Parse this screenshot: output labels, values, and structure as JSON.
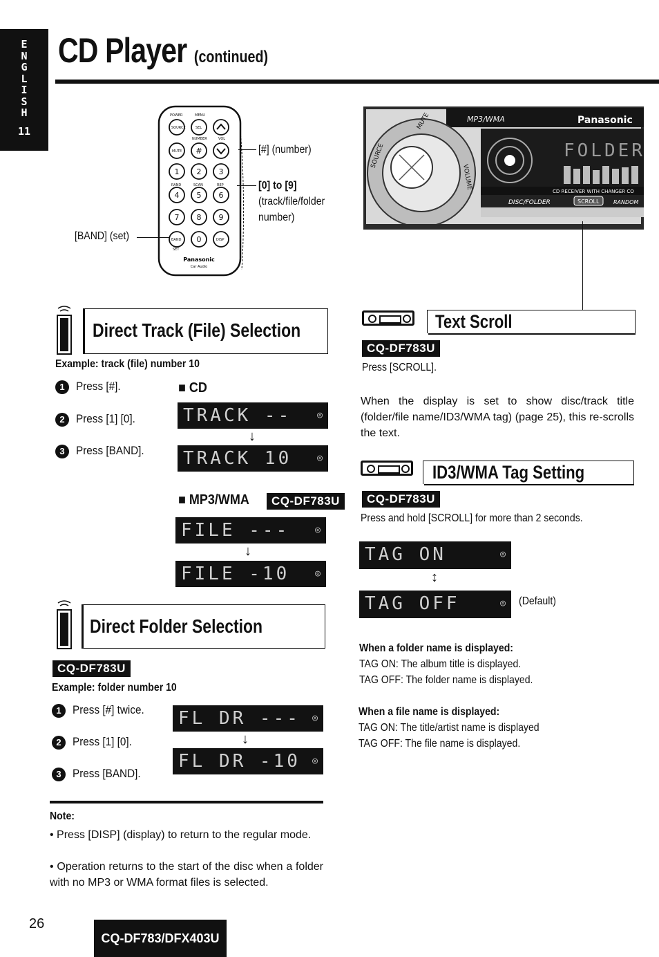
{
  "side_tab": {
    "letters": [
      "E",
      "N",
      "G",
      "L",
      "I",
      "S",
      "H"
    ],
    "number": "11"
  },
  "header": {
    "title": "CD Player",
    "subtitle": "(continued)"
  },
  "remote": {
    "buttons": {
      "power": "POWER",
      "menu": "MENU",
      "source": "SOURCE",
      "sel": "SEL",
      "mute": "MUTE",
      "hash": "#",
      "number": "NUMBER",
      "vol": "VOL",
      "keys": [
        "1",
        "2",
        "3",
        "4",
        "5",
        "6",
        "7",
        "8",
        "9",
        "0"
      ],
      "rand": "RAND",
      "scan": "SCAN",
      "rep": "REP",
      "band": "BAND",
      "set": "SET",
      "disp": "DISP"
    },
    "brand": "Panasonic",
    "brand_sub": "Car Audio",
    "callout_hash": "[#] (number)",
    "callout_digits": "[0] to [9]",
    "callout_digits_sub": [
      "(track/file/folder",
      "number)"
    ],
    "callout_band": "[BAND] (set)"
  },
  "unit_panel": {
    "brand": "Panasonic",
    "badge": "MP3/WMA",
    "display_text": "FOLDER",
    "receiver_text": "CD RECEIVER WITH CHANGER CO",
    "disc_folder": "DISC/FOLDER",
    "scroll": "SCROLL",
    "random": "RANDOM",
    "source": "SOURCE",
    "mute": "MUTE",
    "volume": "VOLUME"
  },
  "direct_track": {
    "title": "Direct Track (File) Selection",
    "example": "Example: track (file) number 10",
    "steps": [
      {
        "num": "1",
        "text": "Press [#]."
      },
      {
        "num": "2",
        "text": "Press [1] [0]."
      },
      {
        "num": "3",
        "text": "Press [BAND]."
      }
    ],
    "cd_label": "■ CD",
    "cd_lcd": [
      "TRACK  --",
      "TRACK  10"
    ],
    "mp3_label": "■ MP3/WMA",
    "mp3_badge": "CQ-DF783U",
    "mp3_lcd": [
      "FILE  ---",
      "FILE  -10"
    ]
  },
  "direct_folder": {
    "title": "Direct Folder Selection",
    "badge": "CQ-DF783U",
    "example": "Example: folder number 10",
    "steps": [
      {
        "num": "1",
        "text": "Press [#] twice."
      },
      {
        "num": "2",
        "text": "Press [1] [0]."
      },
      {
        "num": "3",
        "text": "Press [BAND]."
      }
    ],
    "lcd": [
      "FL DR  ---",
      "FL DR  -10"
    ]
  },
  "note": {
    "title": "Note:",
    "items": [
      "Press [DISP] (display) to return to the regular mode.",
      "Operation returns to the start of the disc when a folder with no MP3 or WMA format files is selected."
    ]
  },
  "text_scroll": {
    "title": "Text Scroll",
    "badge": "CQ-DF783U",
    "instruction": "Press [SCROLL].",
    "description": "When the display is set to show disc/track title (folder/file name/ID3/WMA tag) (page 25), this re-scrolls the text."
  },
  "tag_setting": {
    "title": "ID3/WMA Tag Setting",
    "badge": "CQ-DF783U",
    "instruction": "Press and hold [SCROLL] for more than 2 seconds.",
    "lcd": [
      "TAG ON",
      "TAG OFF"
    ],
    "default_label": "(Default)",
    "folder_heading": "When a folder name is displayed:",
    "folder_lines": [
      "TAG ON:  The album title is displayed.",
      "TAG OFF: The folder name is displayed."
    ],
    "file_heading": "When a file name is displayed:",
    "file_lines": [
      "TAG ON:  The title/artist name is displayed",
      "TAG OFF: The file name is displayed."
    ]
  },
  "footer": {
    "page_number": "26",
    "model": "CQ-DF783/DFX403U"
  }
}
